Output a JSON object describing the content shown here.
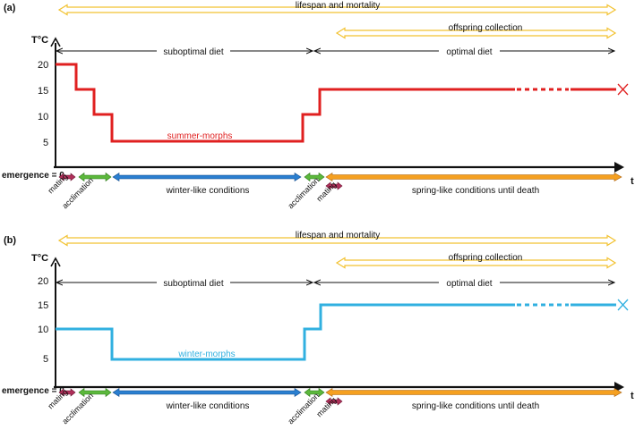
{
  "panels": [
    {
      "label": "(a)",
      "lifespan": "lifespan and mortality",
      "offspring": "offspring collection",
      "suboptimal": "suboptimal diet",
      "optimal": "optimal diet",
      "y_title": "T°C",
      "ticks": [
        "20",
        "15",
        "10",
        "5"
      ],
      "series_label": "summer-morphs",
      "series_color": "#e02020",
      "emergence": "emergence = 0",
      "t": "t",
      "phases": {
        "mating1": "mating",
        "acclimation1": "acclimation",
        "winter": "winter-like conditions",
        "acclimation2": "acclimation",
        "mating2": "mating",
        "spring": "spring-like conditions until death"
      }
    },
    {
      "label": "(b)",
      "lifespan": "lifespan and mortality",
      "offspring": "offspring collection",
      "suboptimal": "suboptimal diet",
      "optimal": "optimal diet",
      "y_title": "T°C",
      "ticks": [
        "20",
        "15",
        "10",
        "5"
      ],
      "series_label": "winter-morphs",
      "series_color": "#31b0e0",
      "emergence": "emergence = 0",
      "t": "t",
      "phases": {
        "mating1": "mating",
        "acclimation1": "acclimation",
        "winter": "winter-like conditions",
        "acclimation2": "acclimation",
        "mating2": "mating",
        "spring": "spring-like conditions until death"
      }
    }
  ],
  "colors": {
    "bracket": "#f2c230",
    "mating": "#b0305a",
    "acclimation": "#5cb83c",
    "winter": "#2a7fd0",
    "spring": "#f5a020"
  }
}
